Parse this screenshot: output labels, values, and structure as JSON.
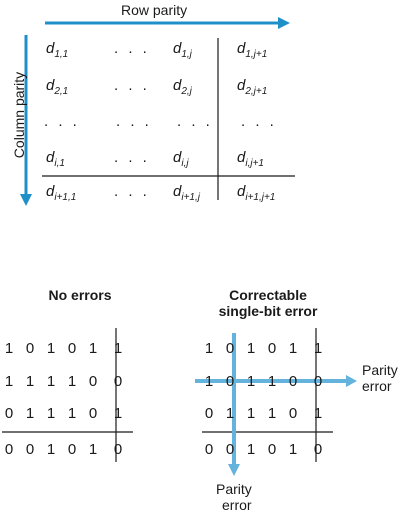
{
  "top_matrix": {
    "row_parity_label": "Row parity",
    "column_parity_label": "Column parity",
    "ellipsis": ". . .",
    "rows": [
      [
        [
          "d",
          "1,1"
        ],
        [
          "…"
        ],
        [
          "d",
          "1,j"
        ],
        [
          "d",
          "1,j+1"
        ]
      ],
      [
        [
          "d",
          "2,1"
        ],
        [
          "…"
        ],
        [
          "d",
          "2,j"
        ],
        [
          "d",
          "2,j+1"
        ]
      ],
      [
        [
          "…"
        ],
        [
          "…"
        ],
        [
          "…"
        ],
        [
          "…"
        ]
      ],
      [
        [
          "d",
          "i,1"
        ],
        [
          "…"
        ],
        [
          "d",
          "i,j"
        ],
        [
          "d",
          "i,j+1"
        ]
      ],
      [
        [
          "d",
          "i+1,1"
        ],
        [
          "…"
        ],
        [
          "d",
          "i+1,j"
        ],
        [
          "d",
          "i+1,j+1"
        ]
      ]
    ]
  },
  "no_errors": {
    "title": "No errors",
    "rows": [
      [
        "1",
        "0",
        "1",
        "0",
        "1",
        "1"
      ],
      [
        "1",
        "1",
        "1",
        "1",
        "0",
        "0"
      ],
      [
        "0",
        "1",
        "1",
        "1",
        "0",
        "1"
      ],
      [
        "0",
        "0",
        "1",
        "0",
        "1",
        "0"
      ]
    ]
  },
  "single_bit_error": {
    "title_line1": "Correctable",
    "title_line2": "single-bit error",
    "rows": [
      [
        "1",
        "0",
        "1",
        "0",
        "1",
        "1"
      ],
      [
        "1",
        "0",
        "1",
        "1",
        "0",
        "0"
      ],
      [
        "0",
        "1",
        "1",
        "1",
        "0",
        "1"
      ],
      [
        "0",
        "0",
        "1",
        "0",
        "1",
        "0"
      ]
    ],
    "row_error_label_line1": "Parity",
    "row_error_label_line2": "error",
    "column_error_label_line1": "Parity",
    "column_error_label_line2": "error"
  },
  "colors": {
    "arrow": "#1f8fc8",
    "arrow_light": "#63b3dc",
    "text": "#1a1a1a"
  }
}
